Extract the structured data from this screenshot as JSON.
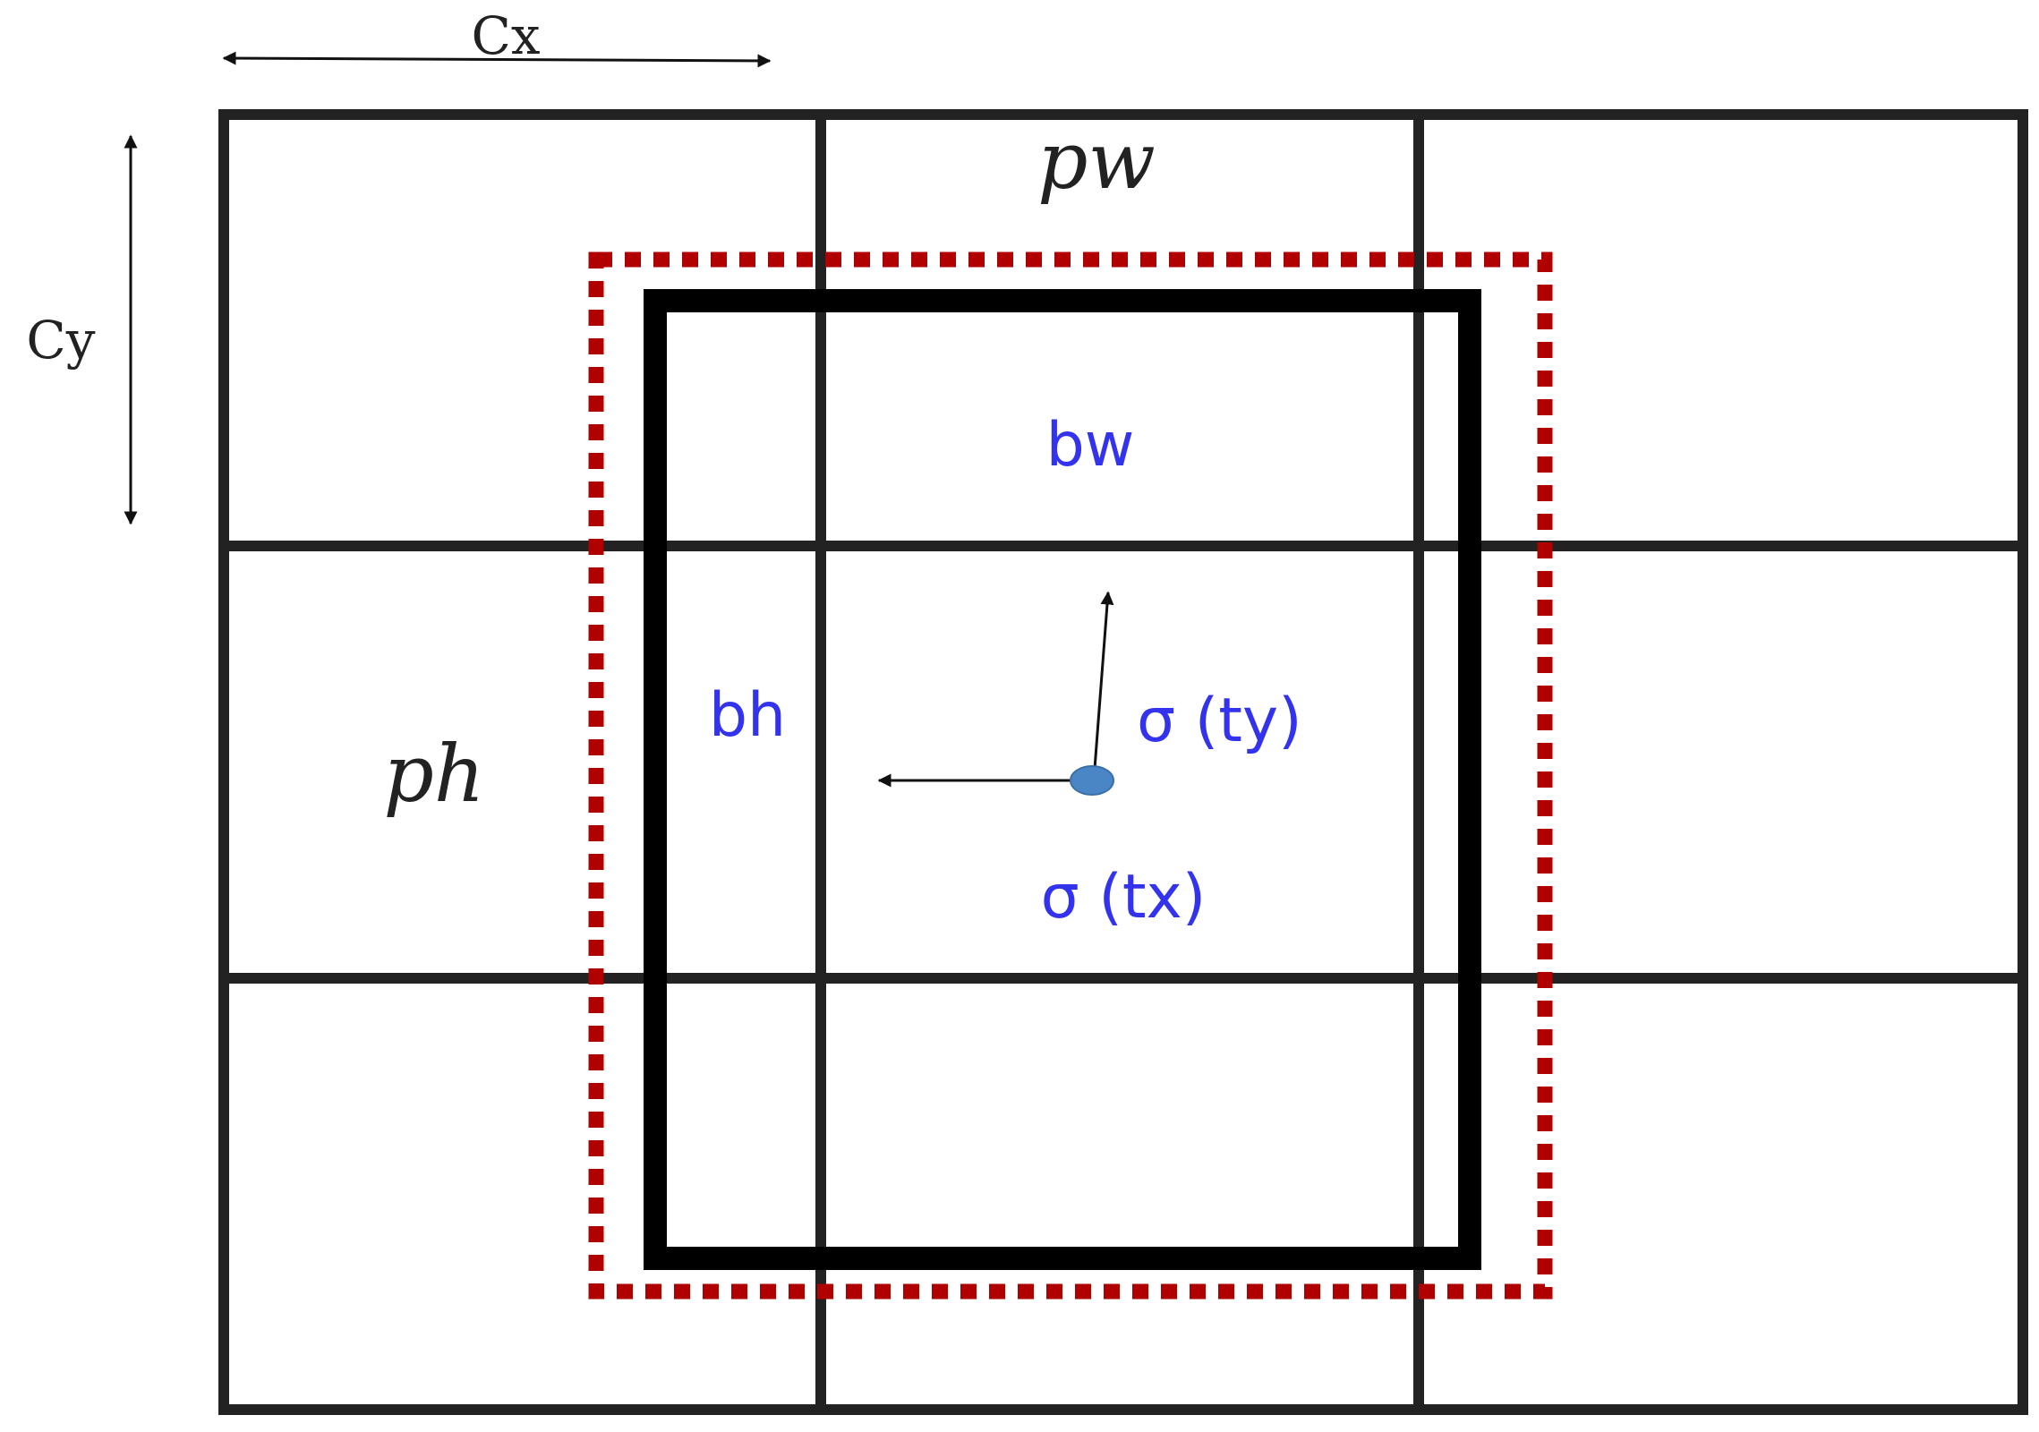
{
  "labels": {
    "cx": "Cx",
    "cy": "Cy",
    "pw": "pw",
    "ph": "ph",
    "bw": "bw",
    "bh": "bh",
    "sigma_ty": "σ (ty)",
    "sigma_tx": "σ (tx)"
  },
  "colors": {
    "grid": "#222222",
    "box": "#000000",
    "prior": "#b00000",
    "text_blue": "#3333ee",
    "center_dot": "#4a86c5",
    "arrow": "#111111"
  }
}
